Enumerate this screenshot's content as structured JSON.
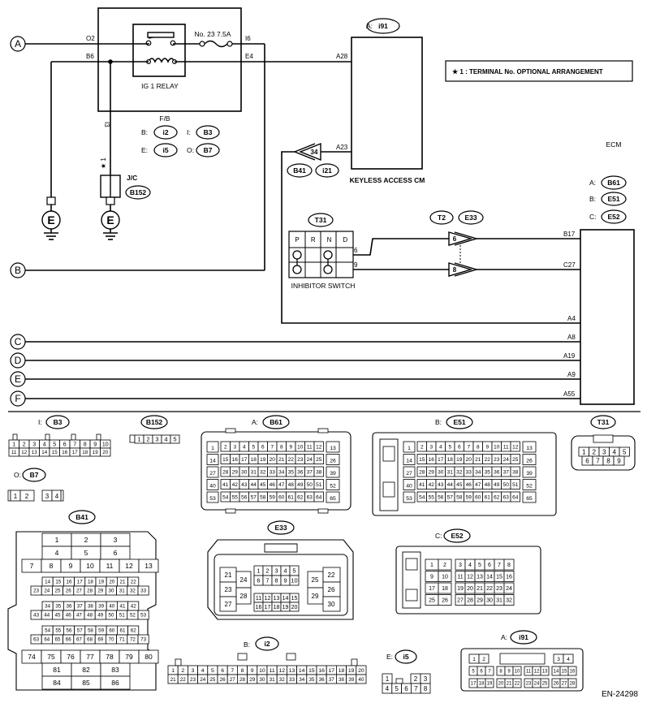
{
  "page_id": "EN-24298",
  "note": "★ 1   : TERMINAL No. OPTIONAL ARRANGEMENT",
  "lines": {
    "A": "A",
    "B": "B",
    "C": "C",
    "D": "D",
    "E": "E",
    "F": "F"
  },
  "relay": {
    "label": "IG 1 RELAY",
    "fuse": "No. 23  7.5A",
    "pin_o2": "O2",
    "pin_b6": "B6",
    "pin_i6": "I6",
    "pin_e4": "E4",
    "pin_i3": "I3"
  },
  "fb": {
    "title": "F/B",
    "b": "B:",
    "b_conn": "i2",
    "i": "I:",
    "i_conn": "B3",
    "e": "E:",
    "e_conn": "i5",
    "o": "O:",
    "o_conn": "B7"
  },
  "jc": {
    "label": "J/C",
    "conn": "B152",
    "star": "★ 1"
  },
  "ground_label": "E",
  "kcm": {
    "title_prefix": "A:",
    "conn": "i91",
    "label": "KEYLESS ACCESS CM",
    "pin_a28": "A28",
    "pin_a23": "A23",
    "connector_34": "34",
    "conn_b41": "B41",
    "conn_i21": "i21"
  },
  "inhibitor": {
    "conn": "T31",
    "label": "INHIBITOR SWITCH",
    "cols": [
      "P",
      "R",
      "N",
      "D"
    ],
    "pin6": "6",
    "pin9": "9"
  },
  "t2e33": {
    "t2": "T2",
    "e33": "E33",
    "pin6": "6",
    "pin8": "8"
  },
  "ecm": {
    "label": "ECM",
    "a": "A:",
    "a_conn": "B61",
    "b": "B:",
    "b_conn": "E51",
    "c": "C:",
    "c_conn": "E52",
    "pins": {
      "b17": "B17",
      "c27": "C27",
      "a4": "A4",
      "a8": "A8",
      "a19": "A19",
      "a9": "A9",
      "a55": "A55"
    }
  },
  "connectors": {
    "b3": {
      "title": "I:",
      "conn": "B3",
      "row1": [
        "1",
        "2",
        "3",
        "4",
        "5",
        "6",
        "7",
        "8",
        "9",
        "10"
      ],
      "row2": [
        "11",
        "12",
        "13",
        "14",
        "15",
        "16",
        "17",
        "18",
        "19",
        "20"
      ]
    },
    "b152": {
      "conn": "B152",
      "row": [
        "1",
        "2",
        "3",
        "4",
        "5"
      ]
    },
    "b7": {
      "title": "O:",
      "conn": "B7",
      "row": [
        "1",
        "2",
        "3",
        "4"
      ]
    },
    "b61": {
      "title": "A:",
      "conn": "B61",
      "left": [
        "1",
        "14",
        "27",
        "40",
        "53"
      ],
      "right": [
        "13",
        "26",
        "39",
        "52",
        "65"
      ],
      "rows": [
        [
          "2",
          "3",
          "4",
          "5",
          "6",
          "7",
          "8",
          "9",
          "10",
          "11",
          "12"
        ],
        [
          "15",
          "16",
          "17",
          "18",
          "19",
          "20",
          "21",
          "22",
          "23",
          "24",
          "25"
        ],
        [
          "28",
          "29",
          "30",
          "31",
          "32",
          "33",
          "34",
          "35",
          "36",
          "37",
          "38"
        ],
        [
          "41",
          "42",
          "43",
          "44",
          "45",
          "46",
          "47",
          "48",
          "49",
          "50",
          "51"
        ],
        [
          "54",
          "55",
          "56",
          "57",
          "58",
          "59",
          "60",
          "61",
          "62",
          "63",
          "64"
        ]
      ]
    },
    "e51": {
      "title": "B:",
      "conn": "E51",
      "left": [
        "1",
        "14",
        "27",
        "40",
        "53"
      ],
      "right": [
        "13",
        "26",
        "39",
        "52",
        "65"
      ],
      "rows": [
        [
          "2",
          "3",
          "4",
          "5",
          "6",
          "7",
          "8",
          "9",
          "10",
          "11",
          "12"
        ],
        [
          "15",
          "16",
          "17",
          "18",
          "19",
          "20",
          "21",
          "22",
          "23",
          "24",
          "25"
        ],
        [
          "28",
          "29",
          "30",
          "31",
          "32",
          "33",
          "34",
          "35",
          "36",
          "37",
          "38"
        ],
        [
          "41",
          "42",
          "43",
          "44",
          "45",
          "46",
          "47",
          "48",
          "49",
          "50",
          "51"
        ],
        [
          "54",
          "55",
          "56",
          "57",
          "58",
          "59",
          "60",
          "61",
          "62",
          "63",
          "64"
        ]
      ]
    },
    "t31": {
      "conn": "T31",
      "row1": [
        "1",
        "2",
        "3",
        "4",
        "5"
      ],
      "row2": [
        "6",
        "7",
        "8",
        "9"
      ]
    },
    "b41": {
      "conn": "B41",
      "top": [
        [
          "1",
          "2",
          "3"
        ],
        [
          "4",
          "5",
          "6"
        ]
      ],
      "row7": [
        "7",
        "8",
        "9",
        "10",
        "11",
        "12",
        "13"
      ],
      "g1": [
        [
          "14",
          "15",
          "16",
          "17",
          "18",
          "19",
          "20",
          "21",
          "22"
        ],
        [
          "23",
          "24",
          "25",
          "26",
          "27",
          "28",
          "29",
          "30",
          "31",
          "32",
          "33"
        ]
      ],
      "g2": [
        [
          "34",
          "35",
          "36",
          "37",
          "38",
          "39",
          "40",
          "41",
          "42"
        ],
        [
          "43",
          "44",
          "45",
          "46",
          "47",
          "48",
          "49",
          "50",
          "51",
          "52",
          "53"
        ]
      ],
      "g3": [
        [
          "54",
          "55",
          "56",
          "57",
          "58",
          "59",
          "60",
          "61",
          "62"
        ],
        [
          "63",
          "64",
          "65",
          "66",
          "67",
          "68",
          "69",
          "70",
          "71",
          "72",
          "73"
        ]
      ],
      "row74": [
        "74",
        "75",
        "76",
        "77",
        "78",
        "79",
        "80"
      ],
      "bottom": [
        [
          "81",
          "82",
          "83"
        ],
        [
          "84",
          "85",
          "86"
        ]
      ]
    },
    "e33": {
      "conn": "E33",
      "left": [
        [
          "21",
          "24"
        ],
        [
          "23",
          "28"
        ],
        [
          "27",
          ""
        ]
      ],
      "top": [
        [
          "1",
          "2",
          "3",
          "4",
          "5"
        ],
        [
          "6",
          "7",
          "8",
          "9",
          "10"
        ]
      ],
      "mid": [
        [
          "11",
          "12",
          "13",
          "14",
          "15"
        ],
        [
          "16",
          "17",
          "18",
          "19",
          "20"
        ]
      ],
      "right": [
        [
          "25",
          "22"
        ],
        [
          "",
          "26"
        ],
        [
          "29",
          "30"
        ]
      ]
    },
    "e52": {
      "title": "C:",
      "conn": "E52",
      "left": [
        [
          "1",
          "2"
        ],
        [
          "9",
          "10"
        ],
        [
          "17",
          "18"
        ],
        [
          "25",
          "26"
        ]
      ],
      "right": [
        [
          "3",
          "4",
          "5",
          "6",
          "7",
          "8"
        ],
        [
          "11",
          "12",
          "13",
          "14",
          "15",
          "16"
        ],
        [
          "19",
          "20",
          "21",
          "22",
          "23",
          "24"
        ],
        [
          "27",
          "28",
          "29",
          "30",
          "31",
          "32"
        ]
      ]
    },
    "i2": {
      "title": "B:",
      "conn": "i2",
      "row1": [
        "1",
        "2",
        "3",
        "4",
        "5",
        "6",
        "7",
        "8",
        "9",
        "10",
        "11",
        "12",
        "13",
        "14",
        "15",
        "16",
        "17",
        "18",
        "19",
        "20"
      ],
      "row2": [
        "21",
        "22",
        "23",
        "24",
        "25",
        "26",
        "27",
        "28",
        "29",
        "30",
        "31",
        "32",
        "33",
        "34",
        "35",
        "36",
        "37",
        "38",
        "39",
        "40"
      ]
    },
    "i5": {
      "title": "E:",
      "conn": "i5",
      "row1": [
        "1",
        "2",
        "3"
      ],
      "row2": [
        "4",
        "5",
        "6",
        "7",
        "8"
      ]
    },
    "i91": {
      "title": "A:",
      "conn": "i91",
      "row1": [
        [
          "1",
          "2"
        ],
        [
          "3",
          "4"
        ]
      ],
      "row2": [
        [
          "5",
          "6",
          "7"
        ],
        [
          "8",
          "9",
          "10"
        ],
        [
          "11",
          "12",
          "13"
        ],
        [
          "14",
          "15",
          "16"
        ]
      ],
      "row3": [
        [
          "17",
          "18",
          "19"
        ],
        [
          "20",
          "21",
          "22"
        ],
        [
          "23",
          "24",
          "25"
        ],
        [
          "26",
          "27",
          "28"
        ]
      ]
    }
  }
}
